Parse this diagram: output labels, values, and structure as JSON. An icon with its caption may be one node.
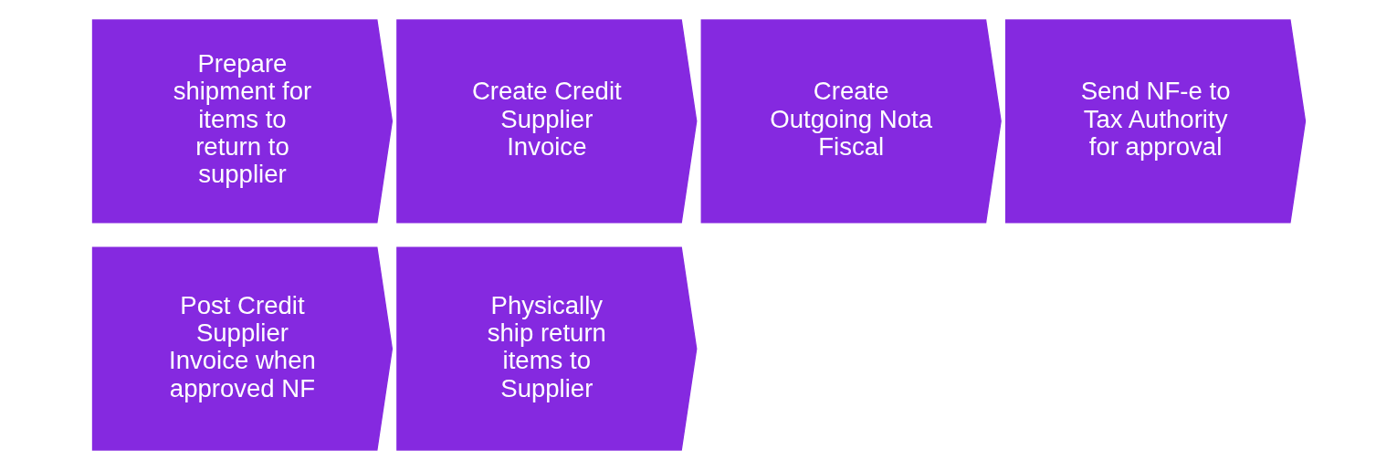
{
  "diagram": {
    "nodes": [
      {
        "text": [
          "Prepare shipment for items to return to supplier"
        ]
      },
      {
        "text": [
          "Create Credit Supplier Invoice"
        ]
      },
      {
        "text": [
          "Create Outgoing Nota Fiscal"
        ]
      },
      {
        "text": [
          "Send NF-e to Tax Authority for approval"
        ]
      },
      {
        "text": [
          "Post Credit Supplier Invoice when approved NF"
        ]
      },
      {
        "text": [
          "Physically ship return items to Supplier"
        ]
      }
    ]
  }
}
